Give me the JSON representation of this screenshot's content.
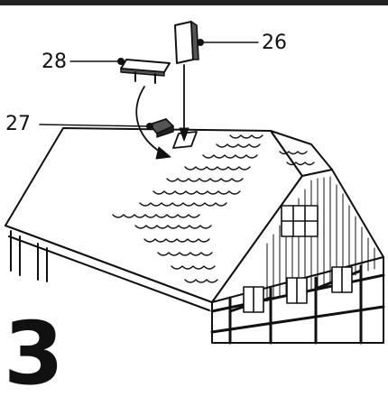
{
  "step": {
    "number": "3"
  },
  "callouts": {
    "c26": {
      "label": "26"
    },
    "c27": {
      "label": "27"
    },
    "c28": {
      "label": "28"
    }
  },
  "colors": {
    "ink": "#111111",
    "rule": "#222222",
    "part_gray": "#555555",
    "background": "#ffffff"
  }
}
